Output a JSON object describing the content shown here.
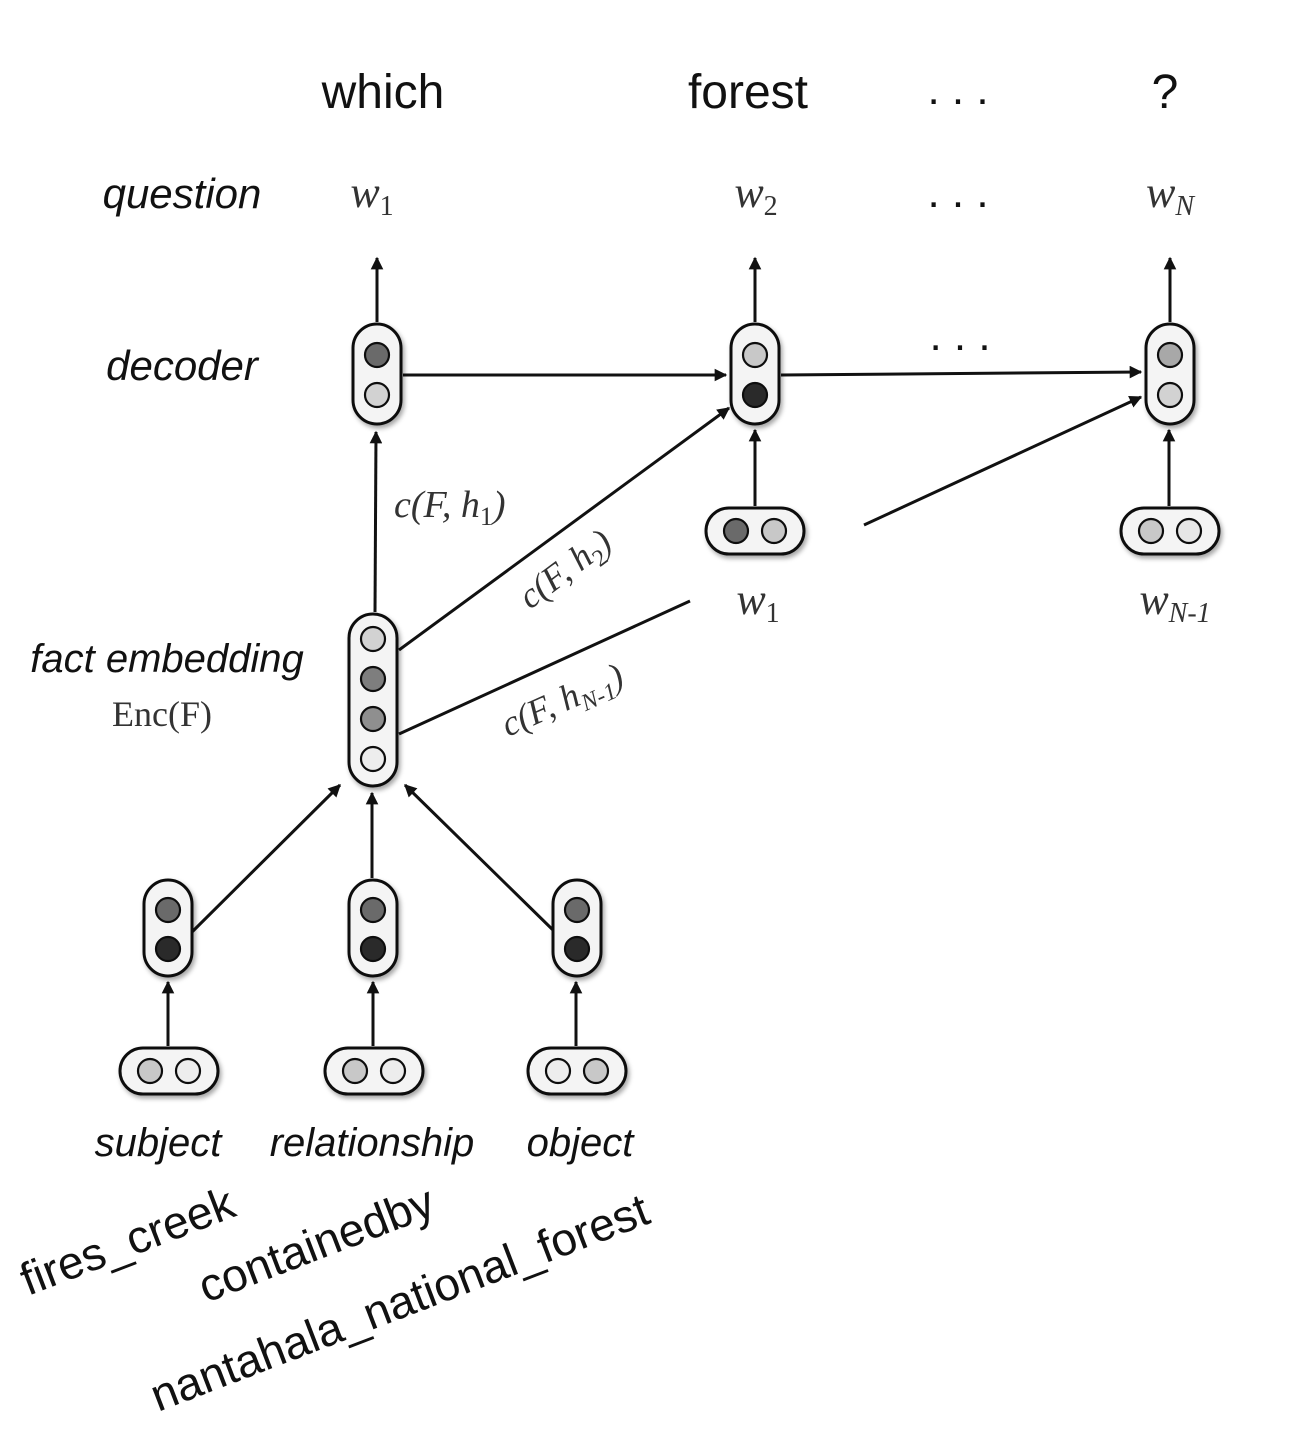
{
  "top_words": [
    "which",
    "forest",
    ". . .",
    "?"
  ],
  "row_labels": {
    "question": "question",
    "decoder": "decoder",
    "fact_embedding": "fact embedding",
    "enc": "Enc(F)"
  },
  "question_tokens": [
    "w",
    "1",
    "w",
    "2",
    ". . .",
    "w",
    "N"
  ],
  "decoder_dots": ". . .",
  "context_labels": {
    "c1": "c(F, h",
    "c1_sub": "1",
    "c2": "c(F, h",
    "c2_sub": "2",
    "cn": "c(F, h",
    "cn_sub": "N-1"
  },
  "input_tokens": {
    "w1": "w",
    "w1_sub": "1",
    "wn1": "w",
    "wn1_sub": "N-1"
  },
  "fact_slots": [
    "subject",
    "relationship",
    "object"
  ],
  "fact_values": [
    "fires_creek",
    "containedby",
    "nantahala_national_forest"
  ],
  "colors": {
    "dark": "#2b2b2b",
    "mid": "#6b6b6b",
    "medium_light": "#8f8f8f",
    "light": "#c8c8c8",
    "lightest": "#e6e6e6"
  }
}
